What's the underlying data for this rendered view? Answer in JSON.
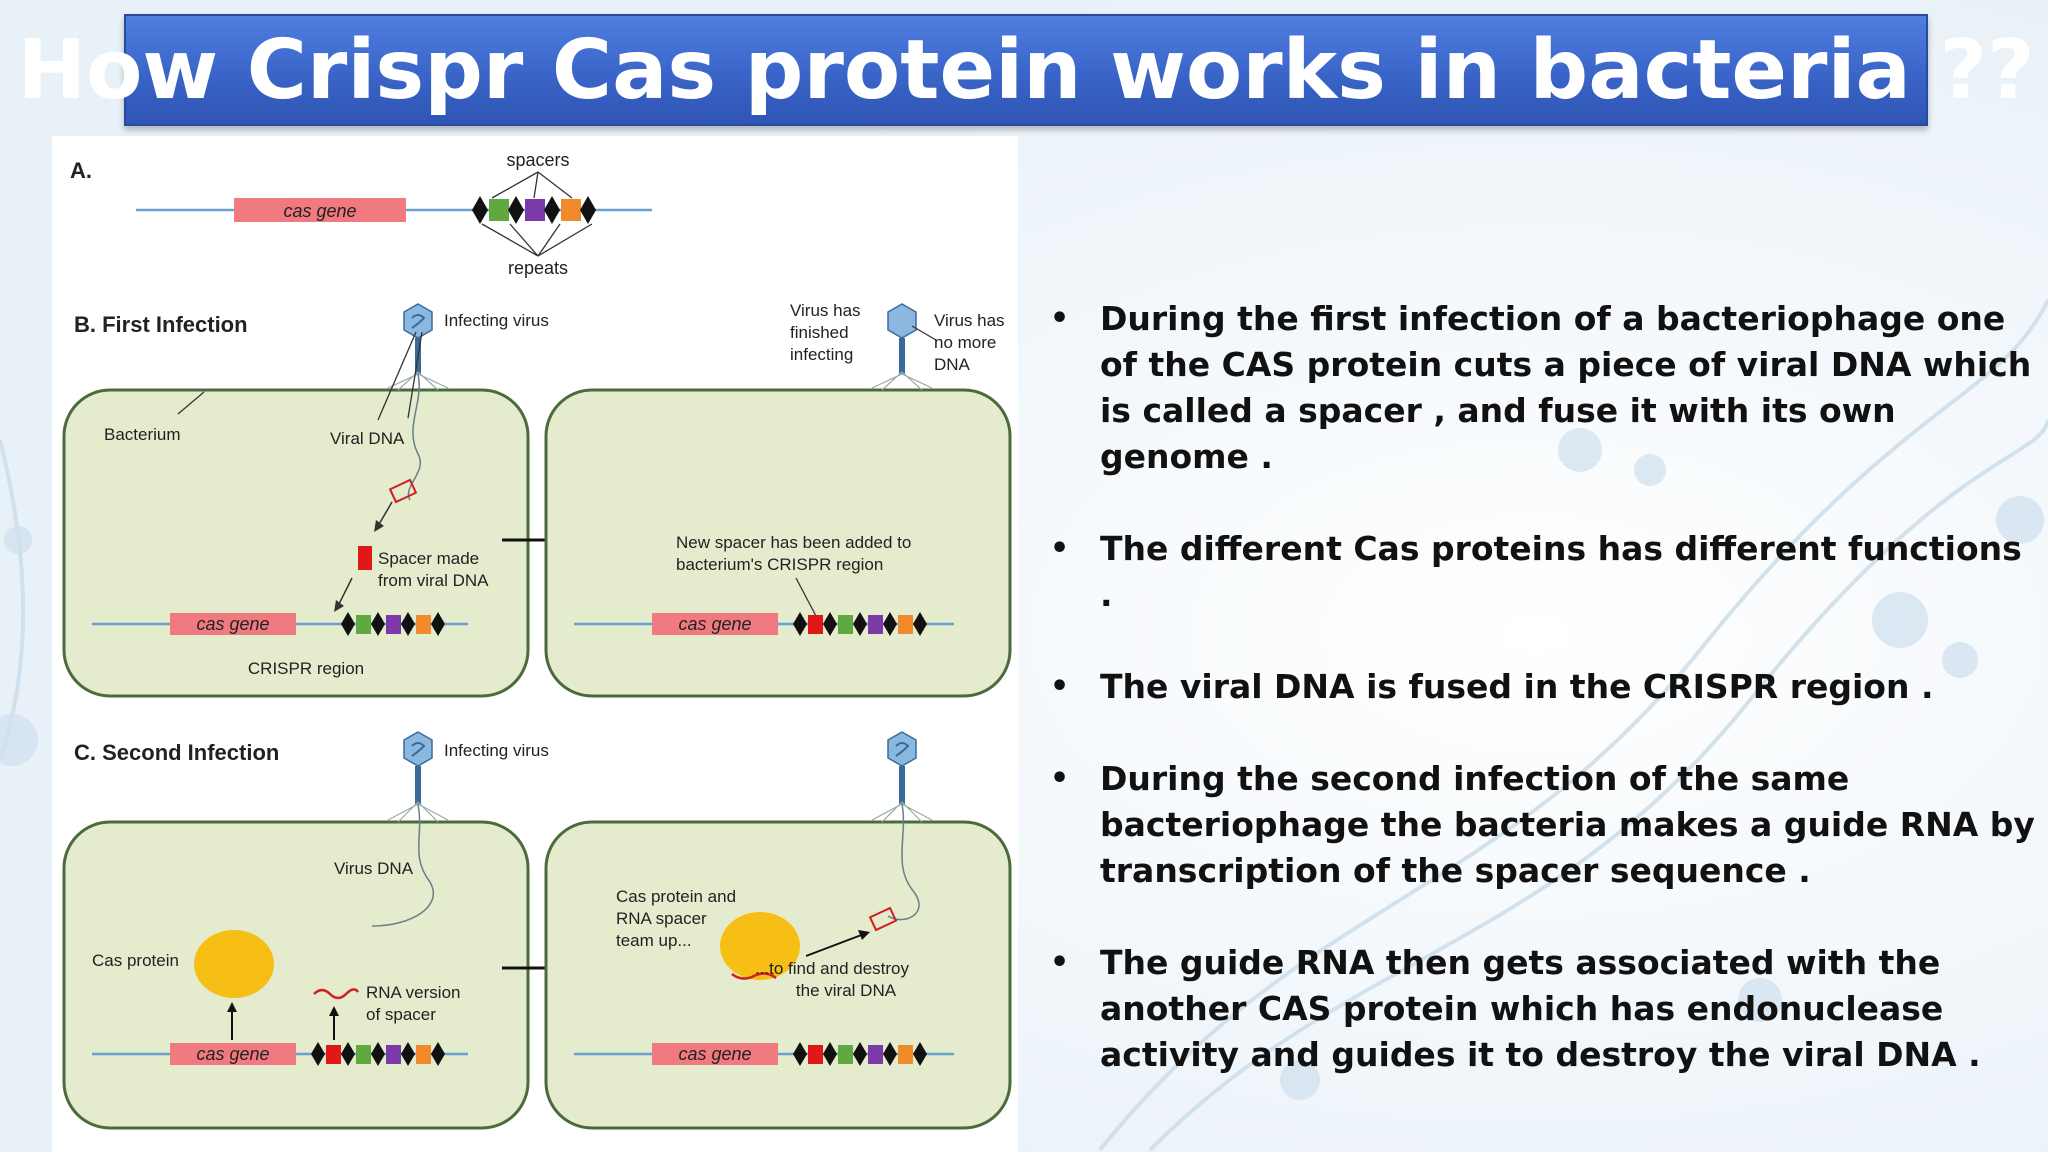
{
  "title": "How Crispr Cas protein works in bacteria ??",
  "figure": {
    "panel_a": {
      "letter": "A.",
      "cas_gene": "cas gene",
      "spacers": "spacers",
      "repeats": "repeats"
    },
    "panel_b": {
      "heading": "B. First Infection",
      "infecting_virus": "Infecting virus",
      "bacterium": "Bacterium",
      "viral_dna": "Viral DNA",
      "spacer_line1": "Spacer made",
      "spacer_line2": "from viral DNA",
      "cas_gene": "cas gene",
      "crispr_region": "CRISPR region",
      "finished_line1": "Virus has",
      "finished_line2": "finished",
      "finished_line3": "infecting",
      "nodna_line1": "Virus has",
      "nodna_line2": "no more",
      "nodna_line3": "DNA",
      "new_spacer_line1": "New spacer has been added to",
      "new_spacer_line2": "bacterium's CRISPR region",
      "cas_gene_right": "cas gene"
    },
    "panel_c": {
      "heading": "C. Second Infection",
      "infecting_virus": "Infecting virus",
      "virus_dna": "Virus DNA",
      "cas_protein": "Cas protein",
      "rna_line1": "RNA version",
      "rna_line2": "of spacer",
      "cas_gene": "cas gene",
      "team_line1": "Cas protein and",
      "team_line2": "RNA spacer",
      "team_line3": "team up...",
      "find_line1": "...to find and destroy",
      "find_line2": "the viral DNA",
      "cas_gene_right": "cas gene"
    },
    "colors": {
      "cell_fill": "#e4eccd",
      "cell_stroke": "#4b6b3c",
      "cas_gene": "#f07a80",
      "dna_line": "#6aa0d0",
      "spacer_green": "#5fa940",
      "spacer_purple": "#7b3aa8",
      "spacer_orange": "#f08a2a",
      "spacer_red": "#e01818",
      "protein": "#f7bf16",
      "virus_blue": "#8ab8e0"
    }
  },
  "bullets": [
    "During the first infection of a bacteriophage one of the CAS protein cuts a piece of viral DNA which is called a spacer , and fuse it with its own genome .",
    "The different Cas proteins has different functions .",
    "The viral DNA is fused in the CRISPR region .",
    "During the second infection of the same bacteriophage  the bacteria makes a guide RNA by transcription of the spacer sequence .",
    "The guide RNA then gets associated with the another CAS protein which has endonuclease activity and guides it to destroy the viral DNA ."
  ]
}
